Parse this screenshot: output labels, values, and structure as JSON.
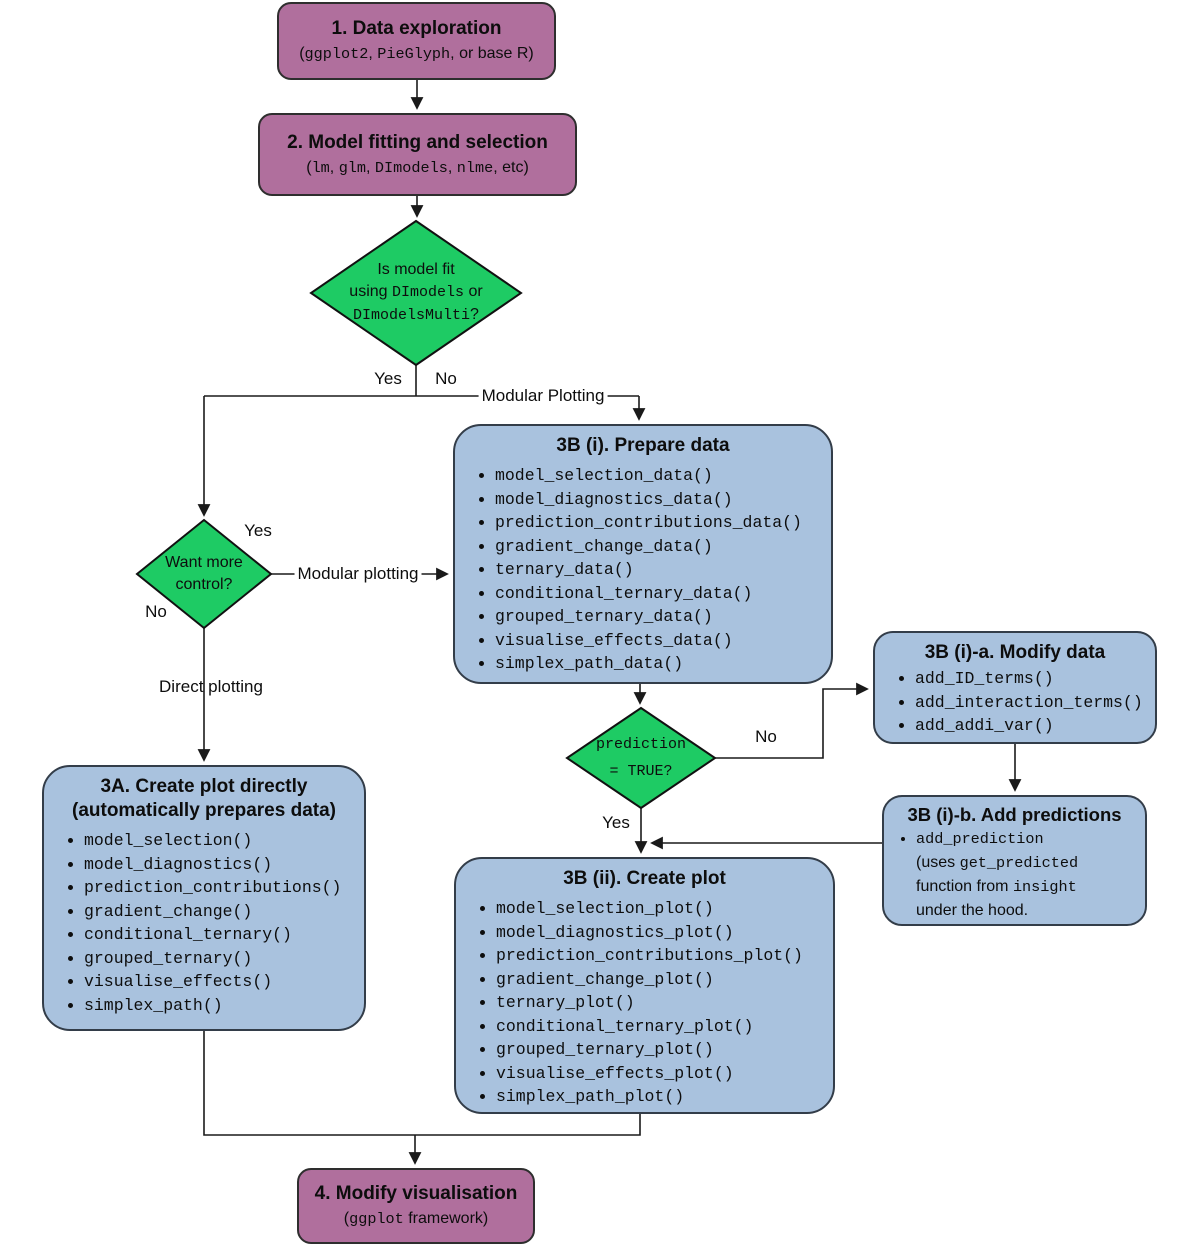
{
  "palette": {
    "purple_fill": "#b06f9d",
    "blue_fill": "#a9c2de",
    "green_fill": "#1ecb64",
    "line_color": "#1a1a1a"
  },
  "nodes": {
    "step1": {
      "title": "1. Data exploration",
      "subtitle": [
        {
          "t": "(",
          "m": 0
        },
        {
          "t": "ggplot2",
          "m": 1
        },
        {
          "t": ", ",
          "m": 0
        },
        {
          "t": "PieGlyph",
          "m": 1
        },
        {
          "t": ", or base R)",
          "m": 0
        }
      ]
    },
    "step2": {
      "title": "2. Model fitting and selection",
      "subtitle": [
        {
          "t": "(",
          "m": 0
        },
        {
          "t": "lm",
          "m": 1
        },
        {
          "t": ", ",
          "m": 0
        },
        {
          "t": "glm",
          "m": 1
        },
        {
          "t": ", ",
          "m": 0
        },
        {
          "t": "DImodels",
          "m": 1
        },
        {
          "t": ", ",
          "m": 0
        },
        {
          "t": "nlme",
          "m": 1
        },
        {
          "t": ", etc)",
          "m": 0
        }
      ]
    },
    "decision_model_fit": {
      "text": [
        {
          "t": "Is model fit",
          "m": 0
        },
        {
          "br": 1
        },
        {
          "t": "using ",
          "m": 0
        },
        {
          "t": "DImodels",
          "m": 1
        },
        {
          "t": " or",
          "m": 0
        },
        {
          "br": 1
        },
        {
          "t": "DImodelsMulti",
          "m": 1
        },
        {
          "t": "?",
          "m": 0
        }
      ]
    },
    "decision_more_control": {
      "text": [
        {
          "t": "Want more",
          "m": 0
        },
        {
          "br": 1
        },
        {
          "t": "control?",
          "m": 0
        }
      ]
    },
    "decision_prediction": {
      "text": [
        {
          "t": "prediction",
          "m": 1
        },
        {
          "br": 1
        },
        {
          "t": "= TRUE?",
          "m": 1
        }
      ]
    },
    "direct_plot": {
      "title_line1": "3A. Create plot directly",
      "title_line2": "(automatically prepares data)",
      "items": [
        "model_selection()",
        "model_diagnostics()",
        "prediction_contributions()",
        "gradient_change()",
        "conditional_ternary()",
        "grouped_ternary()",
        "visualise_effects()",
        "simplex_path()"
      ]
    },
    "prepare_data": {
      "title": "3B (i). Prepare data",
      "items": [
        "model_selection_data()",
        "model_diagnostics_data()",
        "prediction_contributions_data()",
        "gradient_change_data()",
        "ternary_data()",
        "conditional_ternary_data()",
        "grouped_ternary_data()",
        "visualise_effects_data()",
        "simplex_path_data()"
      ]
    },
    "modify_data": {
      "title": "3B (i)-a. Modify data",
      "items": [
        "add_ID_terms()",
        "add_interaction_terms()",
        "add_addi_var()"
      ]
    },
    "add_predictions": {
      "title": "3B (i)-b. Add predictions",
      "note": [
        {
          "t": "add_prediction",
          "m": 1
        },
        {
          "br": 1
        },
        {
          "t": "(uses ",
          "m": 0
        },
        {
          "t": "get_predicted",
          "m": 1
        },
        {
          "br": 1
        },
        {
          "t": "function from ",
          "m": 0
        },
        {
          "t": "insight",
          "m": 1
        },
        {
          "br": 1
        },
        {
          "t": "under the hood.",
          "m": 0
        }
      ]
    },
    "create_plot": {
      "title": "3B (ii). Create plot",
      "items": [
        "model_selection_plot()",
        "model_diagnostics_plot()",
        "prediction_contributions_plot()",
        "gradient_change_plot()",
        "ternary_plot()",
        "conditional_ternary_plot()",
        "grouped_ternary_plot()",
        "visualise_effects_plot()",
        "simplex_path_plot()"
      ]
    },
    "step4": {
      "title": "4. Modify visualisation",
      "subtitle": [
        {
          "t": "(",
          "m": 0
        },
        {
          "t": "ggplot",
          "m": 1
        },
        {
          "t": " framework)",
          "m": 0
        }
      ]
    }
  },
  "edge_labels": {
    "yes1": "Yes",
    "no1": "No",
    "modular_plotting_top": "Modular Plotting",
    "yes2": "Yes",
    "modular_plotting_mid": "Modular plotting",
    "no2": "No",
    "direct_plotting": "Direct plotting",
    "no3": "No",
    "yes3": "Yes"
  }
}
